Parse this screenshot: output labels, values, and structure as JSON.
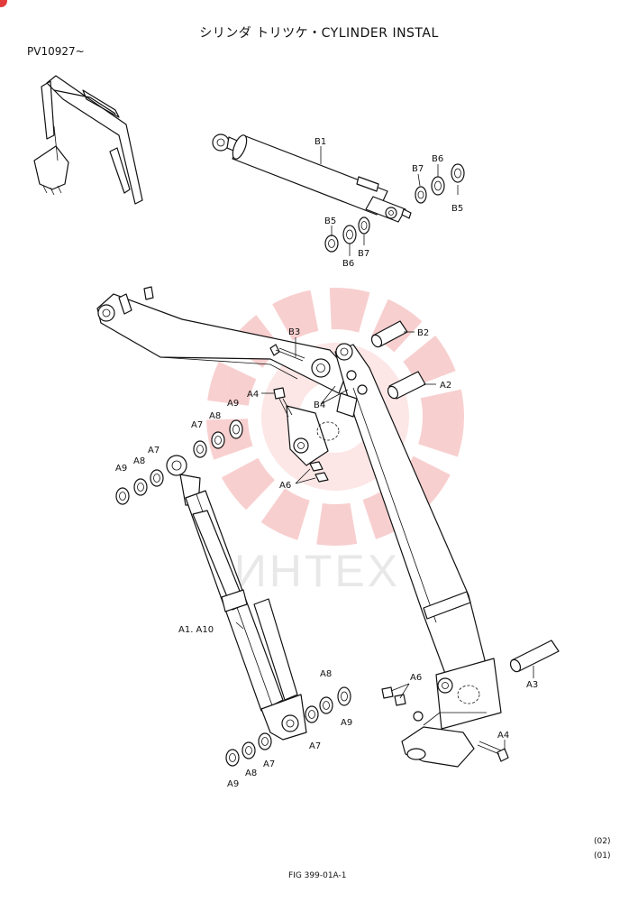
{
  "header": {
    "title": "シリンダ トリツケ・CYLINDER INSTAL",
    "model_range": "PV10927~"
  },
  "watermark": {
    "text": "ИНТЕХ",
    "color": "#f4a9a9"
  },
  "callouts": {
    "b1": "B1",
    "b2": "B2",
    "b3": "B3",
    "b4": "B4",
    "b5_top": "B5",
    "b5_bottom": "B5",
    "b6_top": "B6",
    "b6_bottom": "B6",
    "b7_top": "B7",
    "b7_bottom": "B7",
    "a1_a10": "A1. A10",
    "a2": "A2",
    "a3": "A3",
    "a4_top": "A4",
    "a4_bottom": "A4",
    "a6_top": "A6",
    "a6_bottom": "A6",
    "a7_1": "A7",
    "a7_2": "A7",
    "a7_3": "A7",
    "a7_4": "A7",
    "a8_1": "A8",
    "a8_2": "A8",
    "a8_3": "A8",
    "a8_4": "A8",
    "a9_1": "A9",
    "a9_2": "A9",
    "a9_3": "A9",
    "a9_4": "A9"
  },
  "footer": {
    "rev_1": "(02)",
    "rev_2": "(01)",
    "figure_number": "FIG 399-01A-1"
  }
}
